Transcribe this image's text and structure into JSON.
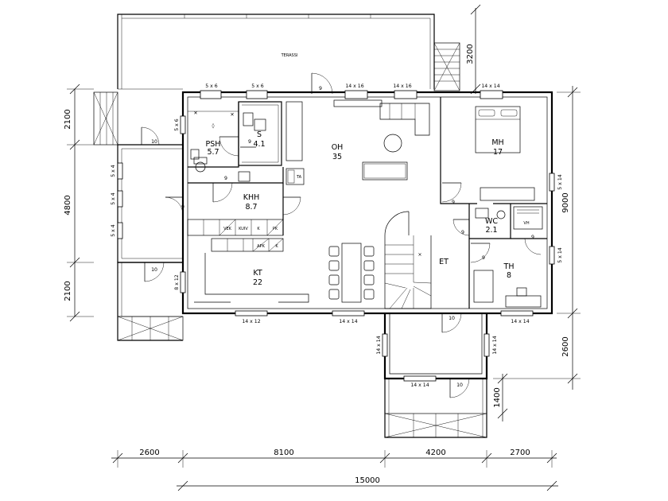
{
  "rooms": {
    "terrace": {
      "name": "TERASSI"
    },
    "living": {
      "name": "OH",
      "area": "35"
    },
    "master_bedroom": {
      "name": "MH",
      "area": "17"
    },
    "washroom": {
      "name": "PSH",
      "area": "5.7"
    },
    "sauna": {
      "name": "S",
      "area": "4.1"
    },
    "utility": {
      "name": "KHH",
      "area": "8.7"
    },
    "kitchen": {
      "name": "KT",
      "area": "22"
    },
    "entrance": {
      "name": "ET"
    },
    "toilet": {
      "name": "WC",
      "area": "2.1"
    },
    "study": {
      "name": "TH",
      "area": "8"
    }
  },
  "fixtures": {
    "fireplace": "TA",
    "wardrobe": "VH",
    "kitchen_labels": [
      "VEK",
      "KUIV",
      "K",
      "PK",
      "APK",
      "K"
    ]
  },
  "windows": {
    "top_left_1": "5 x 6",
    "top_left_2": "5 x 6",
    "top_mid_1": "14 x 16",
    "top_mid_2": "14 x 16",
    "top_right": "14 x 14",
    "psh_side": "5 x 6",
    "left_1": "5 x 4",
    "left_2": "5 x 4",
    "left_3": "5 x 4",
    "left_kitchen": "8 x 12",
    "bottom_1": "14 x 12",
    "bottom_2": "14 x 14",
    "bottom_3": "14 x 14",
    "entrance_side": "14 x 14",
    "entrance_bottom": "14 x 14",
    "right_1": "5 x 14",
    "right_2": "5 x 14",
    "porch_side": "14 x 14"
  },
  "doors": {
    "d_left_top": "10",
    "d_left_mid": "9",
    "d_left_bottom": "10",
    "d_top": "9",
    "d_sauna": "9",
    "d_bed": "9",
    "d_wc": "9",
    "d_th": "9",
    "d_entry": "10",
    "d_porch": "10"
  },
  "dimensions": {
    "left_1": "2100",
    "left_2": "4800",
    "left_3": "2100",
    "right_top": "3200",
    "right_main": "9000",
    "right_porch": "2600",
    "right_step": "1400",
    "bottom_1": "2600",
    "bottom_2": "8100",
    "bottom_3": "4200",
    "bottom_4": "2700",
    "total": "15000"
  }
}
